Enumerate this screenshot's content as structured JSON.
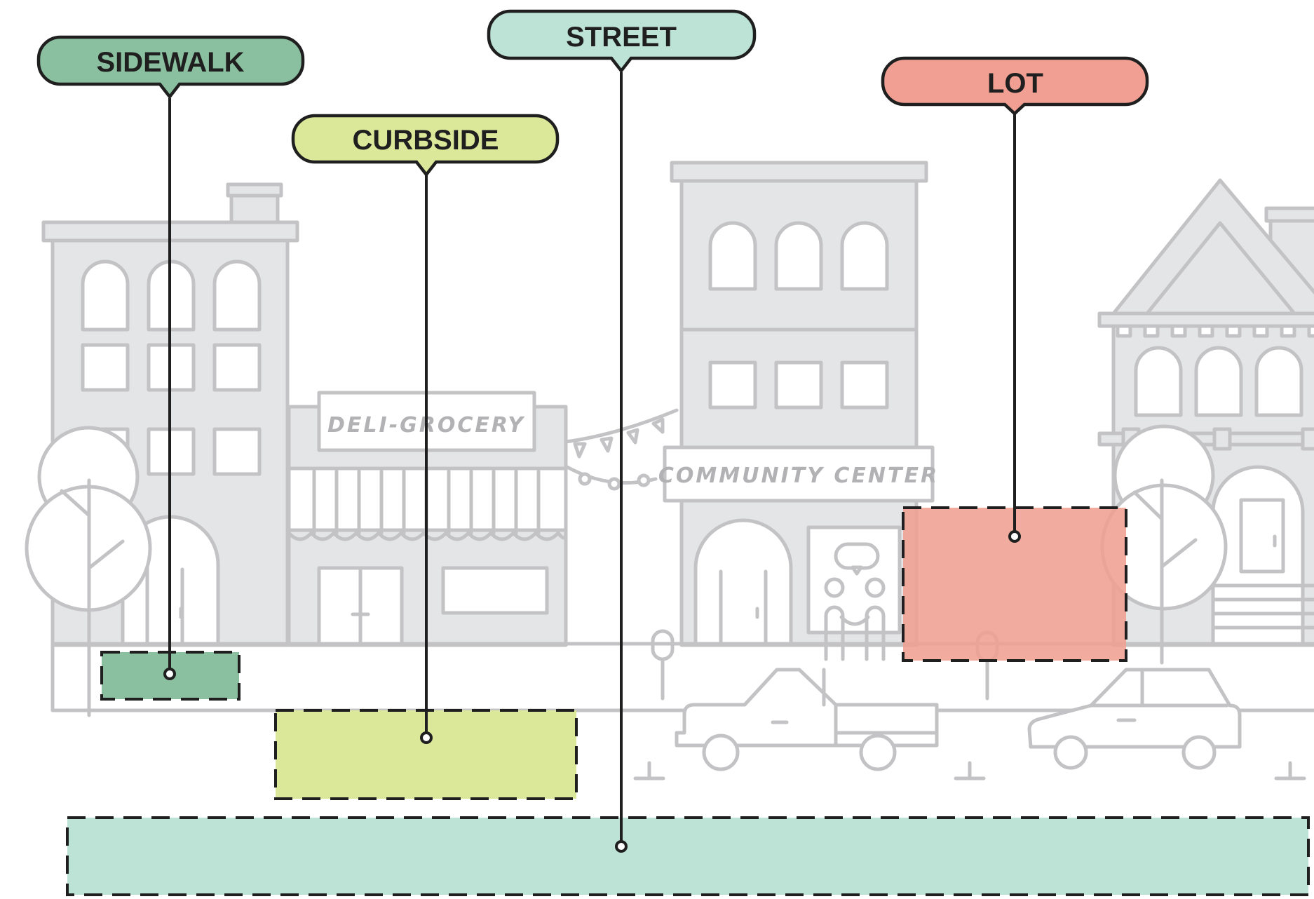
{
  "storefront_signs": {
    "deli": "DELI-GROCERY",
    "community": "COMMUNITY CENTER"
  },
  "zones": {
    "sidewalk": {
      "label": "SIDEWALK",
      "color": "#8abf9f"
    },
    "curbside": {
      "label": "CURBSIDE",
      "color": "#dbe899"
    },
    "street": {
      "label": "STREET",
      "color": "#bde3d7"
    },
    "lot": {
      "label": "LOT",
      "color": "#f09f92"
    }
  },
  "colors": {
    "outline": "#1f1f1f",
    "background_art": "#c3c3c5",
    "building_fill": "#e4e5e7"
  }
}
